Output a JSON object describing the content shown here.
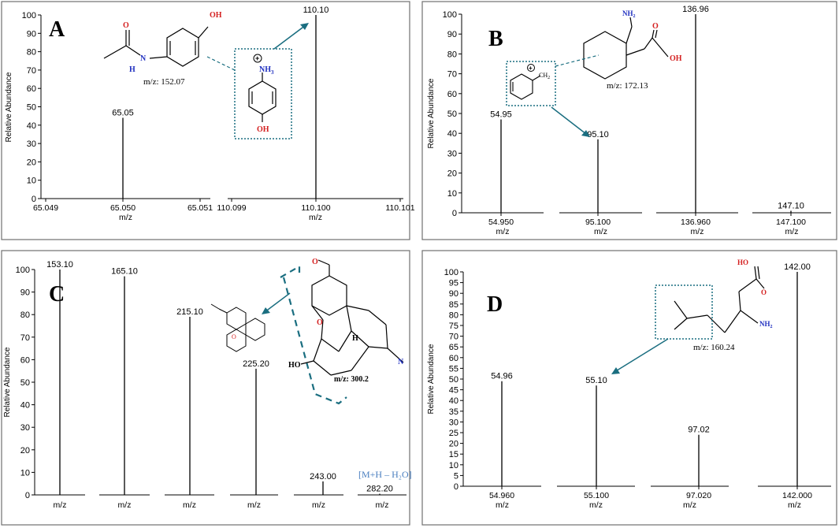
{
  "chart_data": [
    {
      "type": "bar",
      "panel_label": "A",
      "ylabel": "Relative Abundance",
      "xlabel": "m/z",
      "ylim": [
        0,
        100
      ],
      "yticks": [
        "0",
        "10",
        "20",
        "30",
        "40",
        "50",
        "60",
        "70",
        "80",
        "90",
        "100"
      ],
      "segments": [
        {
          "xticks": [
            "65.049",
            "65.050",
            "65.051"
          ],
          "xlabel": "m/z"
        },
        {
          "xticks": [
            "110.099",
            "110.100",
            "110.101"
          ],
          "xlabel": "m/z"
        }
      ],
      "peaks": [
        {
          "mz": 65.05,
          "abundance": 44,
          "label": "65.05"
        },
        {
          "mz": 110.1,
          "abundance": 100,
          "label": "110.10"
        }
      ],
      "annotations": [
        "m/z: 152.07"
      ]
    },
    {
      "type": "bar",
      "panel_label": "B",
      "ylabel": "Relative Abundance",
      "xlabel": "m/z",
      "ylim": [
        0,
        100
      ],
      "yticks": [
        "0",
        "10",
        "20",
        "30",
        "40",
        "50",
        "60",
        "70",
        "80",
        "90",
        "100"
      ],
      "segments": [
        {
          "xticks": [
            "54.950"
          ],
          "xlabel": "m/z"
        },
        {
          "xticks": [
            "95.100"
          ],
          "xlabel": "m/z"
        },
        {
          "xticks": [
            "136.960"
          ],
          "xlabel": "m/z"
        },
        {
          "xticks": [
            "147.100"
          ],
          "xlabel": "m/z"
        }
      ],
      "peaks": [
        {
          "mz": 54.95,
          "abundance": 47,
          "label": "54.95"
        },
        {
          "mz": 95.1,
          "abundance": 37,
          "label": "95.10"
        },
        {
          "mz": 136.96,
          "abundance": 100,
          "label": "136.96"
        },
        {
          "mz": 147.1,
          "abundance": 1,
          "label": "147.10"
        }
      ],
      "annotations": [
        "m/z: 172.13"
      ]
    },
    {
      "type": "bar",
      "panel_label": "C",
      "ylabel": "Relative Abundance",
      "xlabel": "m/z",
      "ylim": [
        0,
        100
      ],
      "yticks": [
        "0",
        "10",
        "20",
        "30",
        "40",
        "50",
        "60",
        "70",
        "80",
        "90",
        "100"
      ],
      "segments": [
        {
          "xticks": [],
          "xlabel": "m/z"
        },
        {
          "xticks": [],
          "xlabel": "m/z"
        },
        {
          "xticks": [],
          "xlabel": "m/z"
        },
        {
          "xticks": [],
          "xlabel": "m/z"
        },
        {
          "xticks": [],
          "xlabel": "m/z"
        },
        {
          "xticks": [],
          "xlabel": "m/z"
        }
      ],
      "peaks": [
        {
          "mz": 153.1,
          "abundance": 100,
          "label": "153.10"
        },
        {
          "mz": 165.1,
          "abundance": 97,
          "label": "165.10"
        },
        {
          "mz": 215.1,
          "abundance": 79,
          "label": "215.10"
        },
        {
          "mz": 225.2,
          "abundance": 56,
          "label": "225.20"
        },
        {
          "mz": 243.0,
          "abundance": 6,
          "label": "243.00"
        },
        {
          "mz": 282.2,
          "abundance": 0.5,
          "label": "282.20"
        }
      ],
      "annotations": [
        "m/z: 300.2",
        "[M+H – H₂O]"
      ]
    },
    {
      "type": "bar",
      "panel_label": "D",
      "ylabel": "Relative Abundance",
      "xlabel": "m/z",
      "ylim": [
        0,
        100
      ],
      "yticks": [
        "0",
        "5",
        "10",
        "15",
        "20",
        "25",
        "30",
        "35",
        "40",
        "45",
        "50",
        "55",
        "60",
        "65",
        "70",
        "75",
        "80",
        "85",
        "90",
        "95",
        "100"
      ],
      "segments": [
        {
          "xticks": [
            "54.960"
          ],
          "xlabel": "m/z"
        },
        {
          "xticks": [
            "55.100"
          ],
          "xlabel": "m/z"
        },
        {
          "xticks": [
            "97.020"
          ],
          "xlabel": "m/z"
        },
        {
          "xticks": [
            "142.000"
          ],
          "xlabel": "m/z"
        }
      ],
      "peaks": [
        {
          "mz": 54.96,
          "abundance": 49,
          "label": "54.96"
        },
        {
          "mz": 55.1,
          "abundance": 47,
          "label": "55.10"
        },
        {
          "mz": 97.02,
          "abundance": 24,
          "label": "97.02"
        },
        {
          "mz": 142.0,
          "abundance": 100,
          "label": "142.00"
        }
      ],
      "annotations": [
        "m/z: 160.24"
      ]
    }
  ],
  "structures": {
    "a_oh": "OH",
    "a_o": "O",
    "a_n": "N",
    "a_h": "H",
    "a_frag_nh3": "NH",
    "a_frag_nh3_sub": "3",
    "a_frag_oh": "OH",
    "a_plus": "+",
    "b_nh2": "NH",
    "b_nh2_sub": "2",
    "b_o": "O",
    "b_oh": "OH",
    "b_ch2": "CH",
    "b_ch2_sub": "2",
    "b_plus": "+",
    "c_o1": "O",
    "c_o2": "O",
    "c_ho": "HO",
    "c_h": "H",
    "c_n": "N",
    "c_frag_o": "O",
    "d_ho": "HO",
    "d_o": "O",
    "d_nh2": "NH",
    "d_nh2_sub": "2"
  },
  "colors": {
    "frame": "#707070",
    "axis": "#000000",
    "peak": "#000000",
    "highlight_box": "#1a6e80",
    "arrow": "#1a6e80",
    "annotation_blue": "#4a7fc0",
    "heteroatom_red": "#d42020",
    "heteroatom_blue": "#2030c0",
    "background": "#ffffff"
  }
}
